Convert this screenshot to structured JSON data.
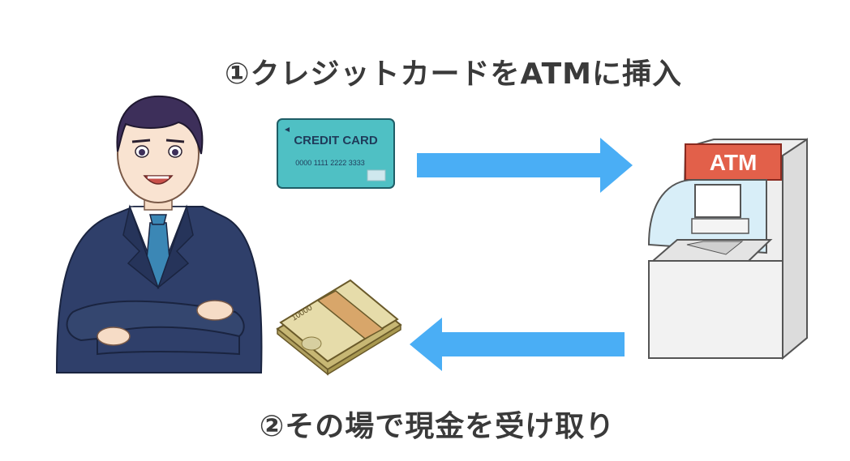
{
  "steps": {
    "step1": "①クレジットカードをATMに挿入",
    "step2": "②その場で現金を受け取り"
  },
  "card": {
    "title": "CREDIT CARD",
    "number": "0000 1111 2222 3333"
  },
  "atm": {
    "label": "ATM"
  },
  "cash": {
    "denomination": "10000"
  },
  "colors": {
    "arrow": "#4aaef5",
    "card": "#4fc0c4",
    "atm_sign": "#e2604a",
    "suit": "#2f3f6a",
    "tie": "#3b87b5"
  }
}
